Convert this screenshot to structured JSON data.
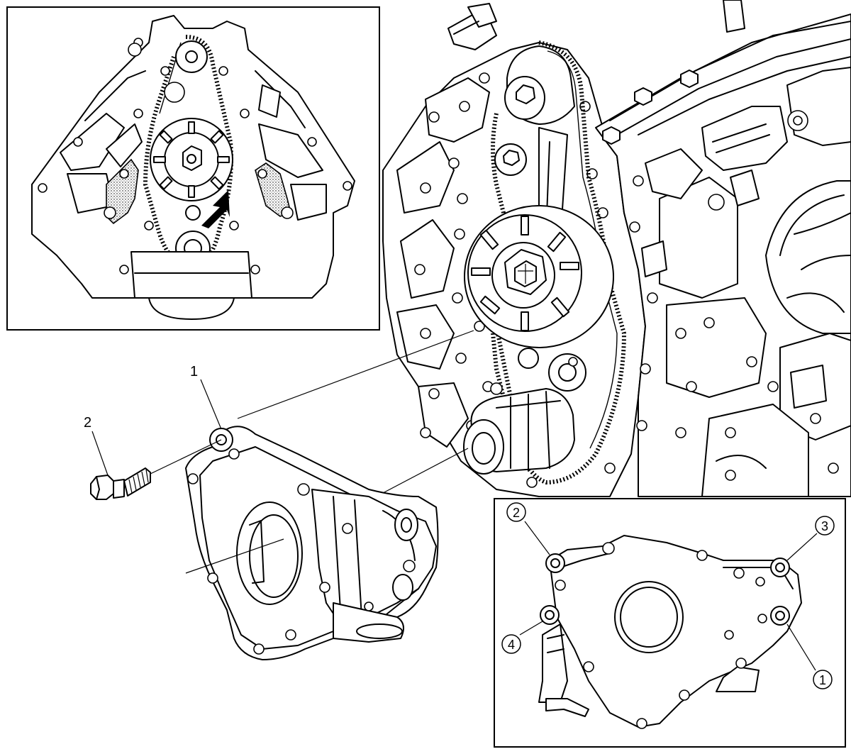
{
  "figure": {
    "callouts": {
      "oil_pump": "1",
      "bolt": "2"
    },
    "bolt_sequence": [
      "1",
      "2",
      "3",
      "4"
    ]
  }
}
